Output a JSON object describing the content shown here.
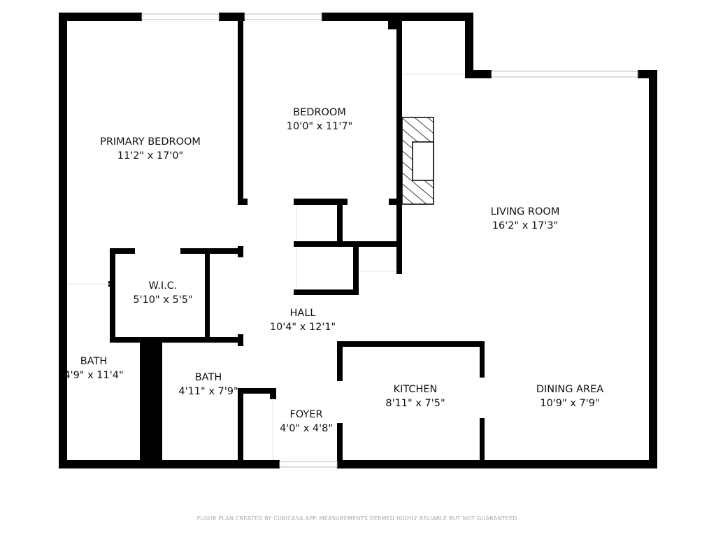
{
  "rooms": {
    "primary_bedroom": {
      "name": "PRIMARY BEDROOM",
      "size": "11'2\" x 17'0\""
    },
    "bedroom": {
      "name": "BEDROOM",
      "size": "10'0\" x 11'7\""
    },
    "living_room": {
      "name": "LIVING ROOM",
      "size": "16'2\" x 17'3\""
    },
    "wic": {
      "name": "W.I.C.",
      "size": "5'10\" x 5'5\""
    },
    "hall": {
      "name": "HALL",
      "size": "10'4\" x 12'1\""
    },
    "bath1": {
      "name": "BATH",
      "size": "4'9\" x 11'4\""
    },
    "bath2": {
      "name": "BATH",
      "size": "4'11\" x 7'9\""
    },
    "foyer": {
      "name": "FOYER",
      "size": "4'0\" x 4'8\""
    },
    "kitchen": {
      "name": "KITCHEN",
      "size": "8'11\" x 7'5\""
    },
    "dining_area": {
      "name": "DINING AREA",
      "size": "10'9\" x 7'9\""
    }
  },
  "footer": "FLOOR PLAN CREATED BY CUBICASA APP. MEASUREMENTS DEEMED HIGHLY RELIABLE BUT NOT GUARANTEED."
}
